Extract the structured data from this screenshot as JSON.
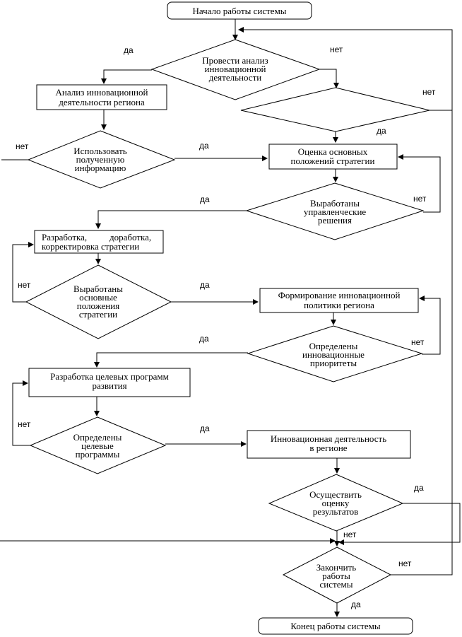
{
  "diagram": {
    "start": "Начало работы системы",
    "analyze_q": [
      "Провести анализ",
      "инновационной",
      "деятельности"
    ],
    "analysis_box": [
      "Анализ инновационной",
      "деятельности региона"
    ],
    "use_q": [
      "Использовать",
      "полученную",
      "информацию"
    ],
    "eval_box": [
      "Оценка основных",
      "положений стратегии"
    ],
    "decisions_q": [
      "Выработаны",
      "управленческие",
      "решения"
    ],
    "dev_box_1": "Разработка,",
    "dev_box_2": "доработка,",
    "dev_box_3": "корректировка стратегии",
    "strategy_q": [
      "Выработаны",
      "основные",
      "положения",
      "стратегии"
    ],
    "policy_box": [
      "Формирование инновационной",
      "политики региона"
    ],
    "priorities_q": [
      "Определены",
      "инновационные",
      "приоритеты"
    ],
    "programs_box": [
      "Разработка целевых программ",
      "развития"
    ],
    "programs_q": [
      "Определены",
      "целевые",
      "программы"
    ],
    "activity_box": [
      "Инновационная деятельность",
      "в регионе"
    ],
    "assess_q": [
      "Осуществить",
      "оценку",
      "результатов"
    ],
    "finish_q": [
      "Закончить",
      "работы",
      "системы"
    ],
    "end": "Конец работы системы",
    "yes": "да",
    "no": "нет"
  }
}
